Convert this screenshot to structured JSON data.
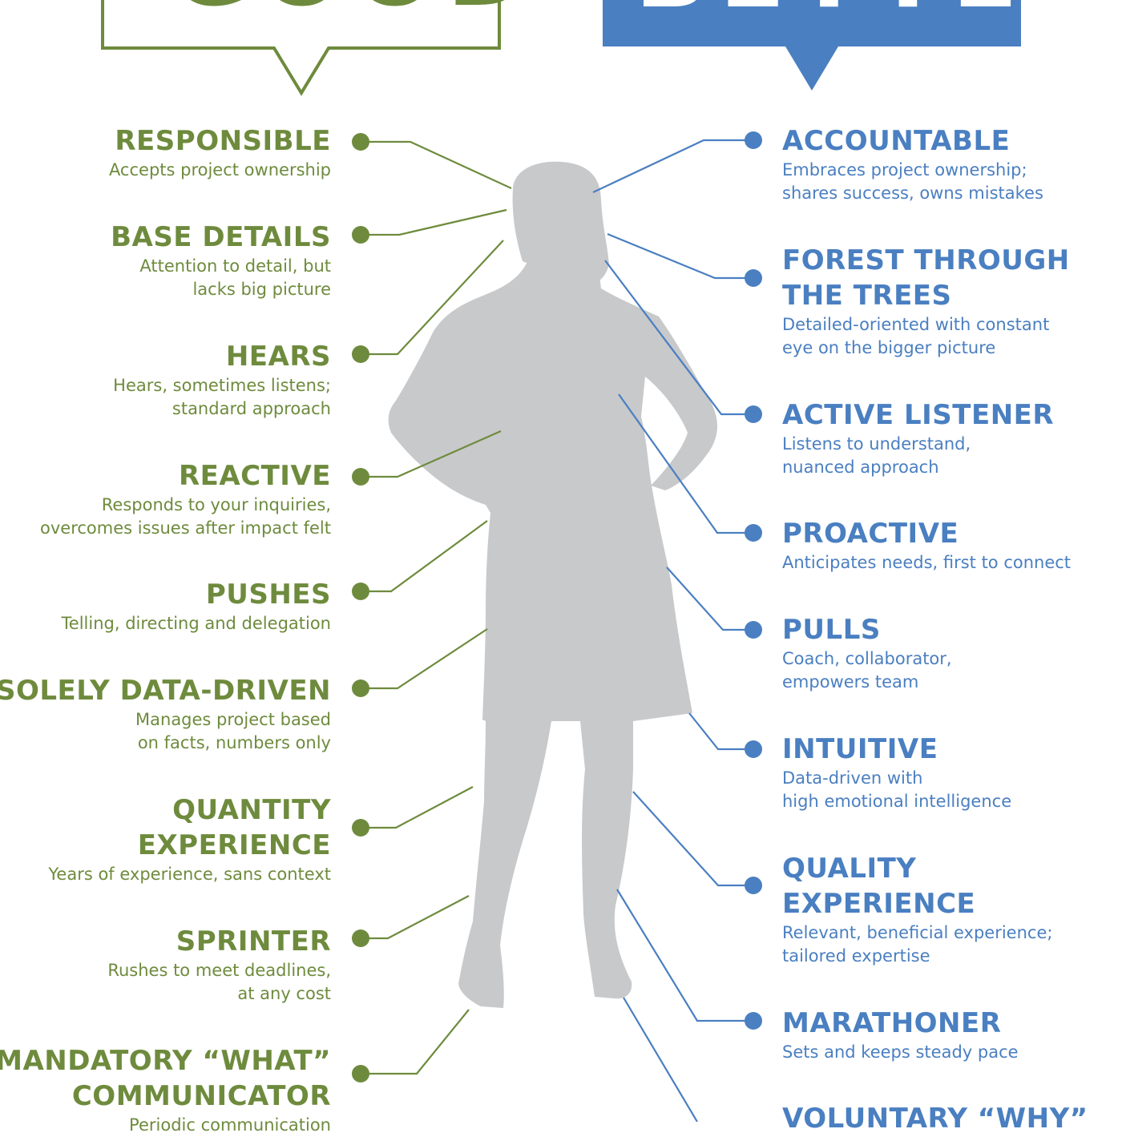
{
  "colors": {
    "good": "#6e8b3d",
    "better": "#4a7fc1",
    "silhouette": "#c8c9cb"
  },
  "banners": {
    "good": "GOOD",
    "better": "BETTER"
  },
  "good": [
    {
      "term": "RESPONSIBLE",
      "desc": "Accepts project ownership"
    },
    {
      "term": "BASE DETAILS",
      "desc": "Attention to detail, but\nlacks big picture"
    },
    {
      "term": "HEARS",
      "desc": "Hears, sometimes listens;\nstandard approach"
    },
    {
      "term": "REACTIVE",
      "desc": "Responds to your inquiries,\novercomes issues after impact felt"
    },
    {
      "term": "PUSHES",
      "desc": "Telling, directing and delegation"
    },
    {
      "term": "SOLELY DATA-DRIVEN",
      "desc": "Manages project based\non facts, numbers only"
    },
    {
      "term": "QUANTITY\nEXPERIENCE",
      "desc": "Years of experience, sans context"
    },
    {
      "term": "SPRINTER",
      "desc": "Rushes to meet deadlines,\nat any cost"
    },
    {
      "term": "MANDATORY “WHAT”\nCOMMUNICATOR",
      "desc": "Periodic communication"
    }
  ],
  "better": [
    {
      "term": "ACCOUNTABLE",
      "desc": "Embraces project ownership;\nshares success, owns mistakes"
    },
    {
      "term": "FOREST THROUGH\nTHE TREES",
      "desc": "Detailed-oriented with constant\neye on the bigger picture"
    },
    {
      "term": "ACTIVE LISTENER",
      "desc": "Listens to understand,\nnuanced approach"
    },
    {
      "term": "PROACTIVE",
      "desc": "Anticipates needs, first to connect"
    },
    {
      "term": "PULLS",
      "desc": "Coach, collaborator,\nempowers team"
    },
    {
      "term": "INTUITIVE",
      "desc": "Data-driven with\nhigh emotional intelligence"
    },
    {
      "term": "QUALITY\nEXPERIENCE",
      "desc": "Relevant, beneficial experience;\ntailored expertise"
    },
    {
      "term": "MARATHONER",
      "desc": "Sets and keeps steady pace"
    },
    {
      "term": "VOLUNTARY “WHY”",
      "desc": ""
    }
  ]
}
